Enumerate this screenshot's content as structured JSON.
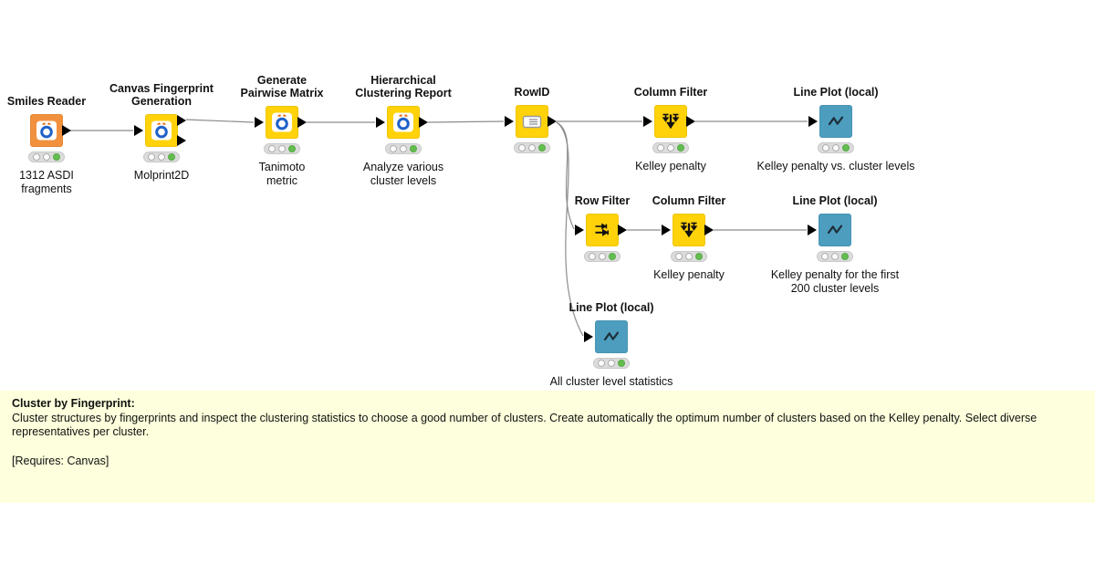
{
  "workflow": {
    "name": "Cluster by Fingerprint",
    "colors": {
      "source_node": "#F2913D",
      "manipulator_node": "#FFD20A",
      "view_node": "#4D9DBF",
      "status_green": "#63BE4F",
      "annotation_background": "#FEFFDC",
      "wire": "#8C8C8C"
    }
  },
  "nodes": [
    {
      "title": "Smiles Reader",
      "caption": "1312 ASDI\nfragments",
      "type": "source",
      "icon": "molecule-ring-icon",
      "status": "executed"
    },
    {
      "title": "Canvas Fingerprint\nGeneration",
      "caption": "Molprint2D",
      "type": "manipulator",
      "icon": "molecule-ring-icon",
      "status": "executed"
    },
    {
      "title": "Generate\nPairwise Matrix",
      "caption": "Tanimoto\nmetric",
      "type": "manipulator",
      "icon": "molecule-ring-icon",
      "status": "executed"
    },
    {
      "title": "Hierarchical\nClustering Report",
      "caption": "Analyze various\ncluster levels",
      "type": "manipulator",
      "icon": "molecule-ring-icon",
      "status": "executed"
    },
    {
      "title": "RowID",
      "caption": "",
      "type": "manipulator",
      "icon": "table-rows-icon",
      "status": "executed"
    },
    {
      "title": "Column Filter",
      "caption": "Kelley penalty",
      "type": "manipulator",
      "icon": "column-filter-icon",
      "status": "executed"
    },
    {
      "title": "Line Plot (local)",
      "caption": "Kelley penalty vs. cluster levels",
      "type": "view",
      "icon": "line-chart-icon",
      "status": "executed"
    },
    {
      "title": "Row Filter",
      "caption": "",
      "type": "manipulator",
      "icon": "row-filter-icon",
      "status": "executed"
    },
    {
      "title": "Column Filter",
      "caption": "Kelley penalty",
      "type": "manipulator",
      "icon": "column-filter-icon",
      "status": "executed"
    },
    {
      "title": "Line Plot (local)",
      "caption": "Kelley penalty for the first\n200 cluster levels",
      "type": "view",
      "icon": "line-chart-icon",
      "status": "executed"
    },
    {
      "title": "Line Plot (local)",
      "caption": "All cluster level statistics",
      "type": "view",
      "icon": "line-chart-icon",
      "status": "executed"
    }
  ],
  "annotation": {
    "title": "Cluster by Fingerprint:",
    "body": "Cluster structures by fingerprints and inspect the clustering statistics to choose a good number of clusters. Create automatically the optimum number of clusters based on the Kelley penalty. Select diverse representatives per cluster.",
    "requires": "[Requires: Canvas]"
  }
}
